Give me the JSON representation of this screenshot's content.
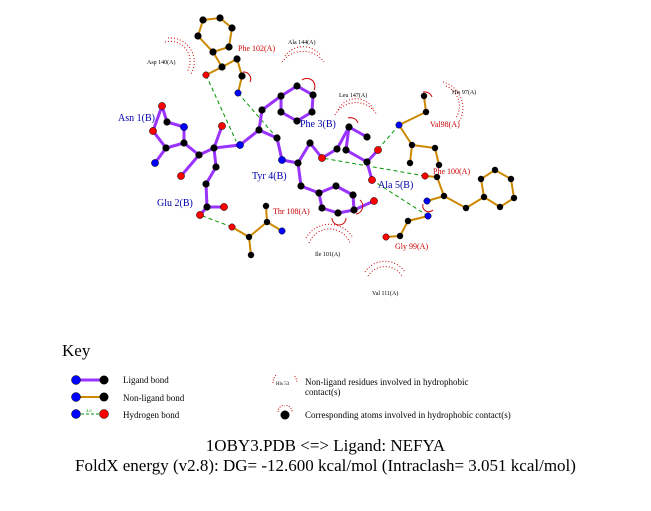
{
  "ligand_labels": [
    {
      "id": "asn1",
      "text": "Asn 1(B)"
    },
    {
      "id": "glu2",
      "text": "Glu 2(B)"
    },
    {
      "id": "phe3",
      "text": "Phe 3(B)"
    },
    {
      "id": "tyr4",
      "text": "Tyr 4(B)"
    },
    {
      "id": "ala5",
      "text": "Ala 5(B)"
    }
  ],
  "residue_labels": [
    {
      "id": "phe102",
      "text": "Phe 102(A)"
    },
    {
      "id": "thr108",
      "text": "Thr 108(A)"
    },
    {
      "id": "val98",
      "text": "Val98(A)"
    },
    {
      "id": "phe100",
      "text": "Phe 100(A)"
    },
    {
      "id": "gly99",
      "text": "Gly 99(A)"
    }
  ],
  "hydrophobic_labels": [
    {
      "id": "ala144",
      "text": "Ala 144(A)"
    },
    {
      "id": "asp140",
      "text": "Asp 140(A)"
    },
    {
      "id": "leu147",
      "text": "Leu 147(A)"
    },
    {
      "id": "his97",
      "text": "His 97(A)"
    },
    {
      "id": "ile101",
      "text": "Ile 101(A)"
    },
    {
      "id": "val111",
      "text": "Val 111(A)"
    }
  ],
  "key": {
    "title": "Key",
    "ligand_bond": "Ligand bond",
    "non_ligand_bond": "Non-ligand bond",
    "hydrogen_bond": "Hydrogen bond",
    "hbond_length": "3.0",
    "example_residue": "His 53",
    "non_ligand_residues": "Non-ligand residues involved in hydrophobic contact(s)",
    "corresponding_atoms": "Corresponding atoms involved in hydrophobic contact(s)"
  },
  "caption": {
    "line1": "1OBY3.PDB <=> Ligand: NEFYA",
    "line2": "FoldX energy (v2.8): DG= -12.600 kcal/mol (Intraclash= 3.051 kcal/mol)"
  },
  "colors": {
    "ligand_bond": "#9933ff",
    "non_ligand_bond": "#cc8800",
    "hbond": "#009900",
    "hydrophobic": "#cc0000",
    "ligand_label": "#0000aa",
    "residue_label": "#cc0000",
    "carbon": "#000000",
    "nitrogen": "#0000ff",
    "oxygen": "#ff0000"
  }
}
